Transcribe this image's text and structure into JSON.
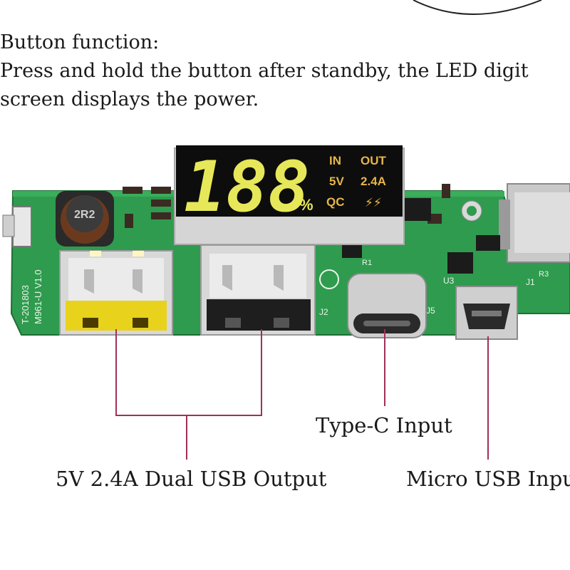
{
  "description": {
    "heading": "Button function:",
    "line1": "Press and hold the button after standby, the LED digit",
    "line2": "screen displays the power."
  },
  "display": {
    "digits": "188",
    "percent": "%",
    "in": "IN",
    "out": "OUT",
    "voltage": "5V",
    "current": "2.4A",
    "qc": "QC",
    "bolt": "⚡⚡"
  },
  "board": {
    "inductor_marking": "2R2",
    "model_marking": "M961-U V1.0",
    "date_marking": "T-201803",
    "j5": "J5",
    "j2": "J2",
    "j1": "J1",
    "u3": "U3",
    "r1": "R1",
    "r3": "R3"
  },
  "labels": {
    "usb_output": "5V 2.4A Dual USB Output",
    "typec_input": "Type-C Input",
    "micro_usb_input": "Micro USB Inpu"
  },
  "colors": {
    "pcb": "#2f9b4e",
    "display_digits": "#e6e85a",
    "callout_line": "#a0305a",
    "usb_yellow": "#e8d21c"
  }
}
